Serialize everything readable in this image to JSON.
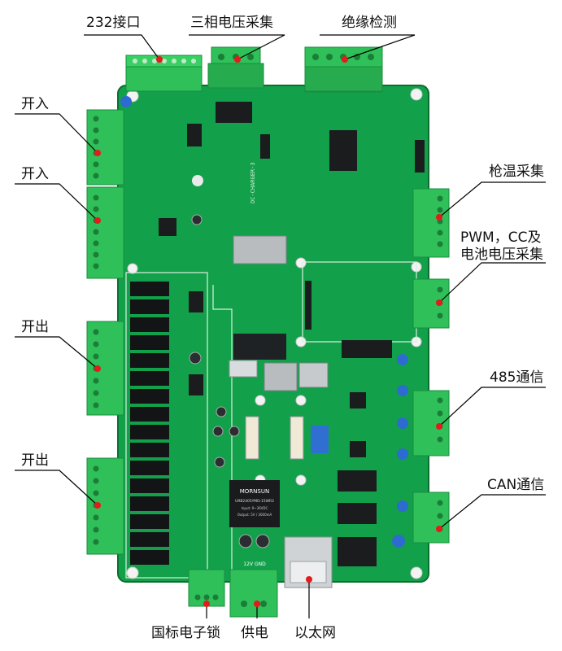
{
  "labels": {
    "rs232": "232接口",
    "three_phase": "三相电压采集",
    "insulation": "绝缘检测",
    "input_1": "开入",
    "input_2": "开入",
    "gun_temp": "枪温采集",
    "pwm_line1": "PWM，CC及",
    "pwm_line2": "电池电压采集",
    "output_1": "开出",
    "rs485": "485通信",
    "output_2": "开出",
    "can": "CAN通信",
    "ebl": "国标电子锁",
    "power": "供电",
    "ethernet": "以太网"
  },
  "board": {
    "silk_model": "DC-CHARGER-3",
    "module_brand": "MORNSUN",
    "module_model": "URB2405YMD-15WR3",
    "module_input": "Input: 9~36VDC",
    "module_output": "Output: 5V / 3000mA",
    "power_terminal_marks": "12V  GND"
  },
  "colors": {
    "pcb": "#13a04a",
    "pcb_dark": "#0c7d35",
    "terminal": "#2fc05a",
    "line": "#000000"
  }
}
